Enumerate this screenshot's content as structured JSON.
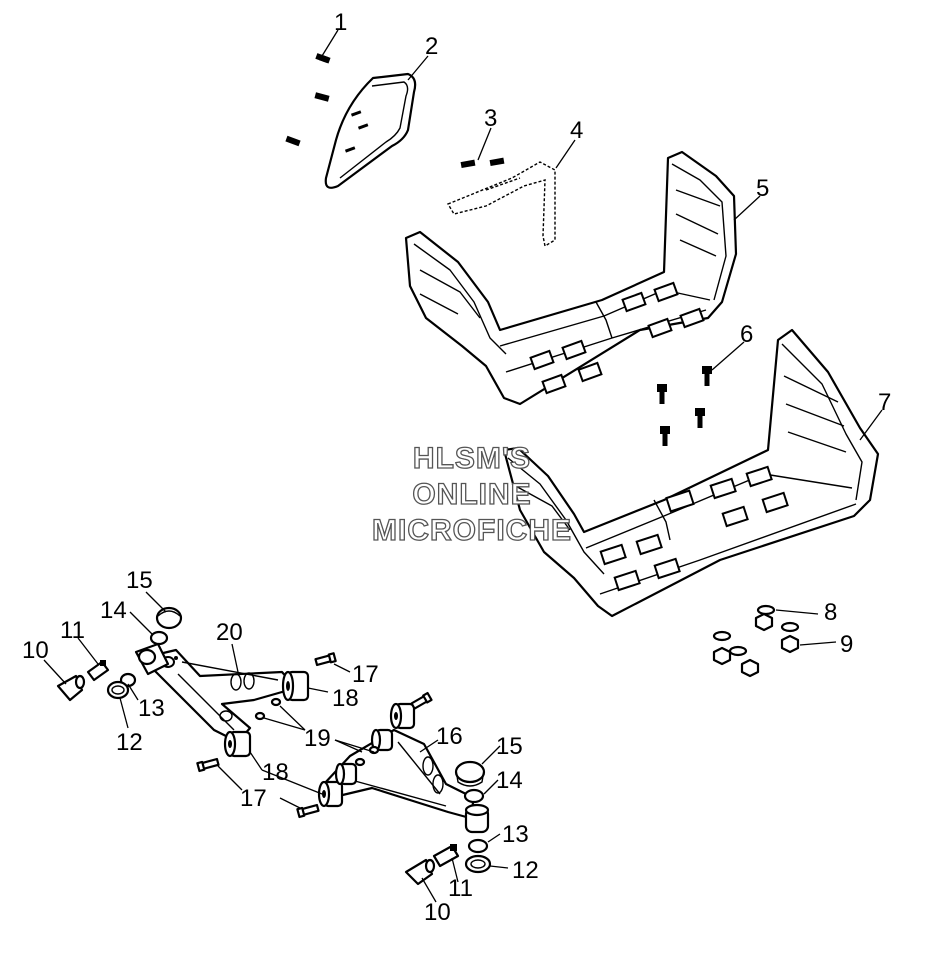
{
  "watermark": {
    "line1": "HLSM'S",
    "line2": "ONLINE",
    "line3": "MICROFICHE"
  },
  "callouts": [
    {
      "id": "c1",
      "text": "1"
    },
    {
      "id": "c2",
      "text": "2"
    },
    {
      "id": "c3",
      "text": "3"
    },
    {
      "id": "c4",
      "text": "4"
    },
    {
      "id": "c5",
      "text": "5"
    },
    {
      "id": "c6",
      "text": "6"
    },
    {
      "id": "c7",
      "text": "7"
    },
    {
      "id": "c8",
      "text": "8"
    },
    {
      "id": "c9",
      "text": "9"
    },
    {
      "id": "c10a",
      "text": "10"
    },
    {
      "id": "c11a",
      "text": "11"
    },
    {
      "id": "c12a",
      "text": "12"
    },
    {
      "id": "c13a",
      "text": "13"
    },
    {
      "id": "c14a",
      "text": "14"
    },
    {
      "id": "c15a",
      "text": "15"
    },
    {
      "id": "c20",
      "text": "20"
    },
    {
      "id": "c17a",
      "text": "17"
    },
    {
      "id": "c18a",
      "text": "18"
    },
    {
      "id": "c19",
      "text": "19"
    },
    {
      "id": "c16",
      "text": "16"
    },
    {
      "id": "c15b",
      "text": "15"
    },
    {
      "id": "c14b",
      "text": "14"
    },
    {
      "id": "c18b",
      "text": "18"
    },
    {
      "id": "c17b",
      "text": "17"
    },
    {
      "id": "c13b",
      "text": "13"
    },
    {
      "id": "c12b",
      "text": "12"
    },
    {
      "id": "c11b",
      "text": "11"
    },
    {
      "id": "c10b",
      "text": "10"
    }
  ]
}
